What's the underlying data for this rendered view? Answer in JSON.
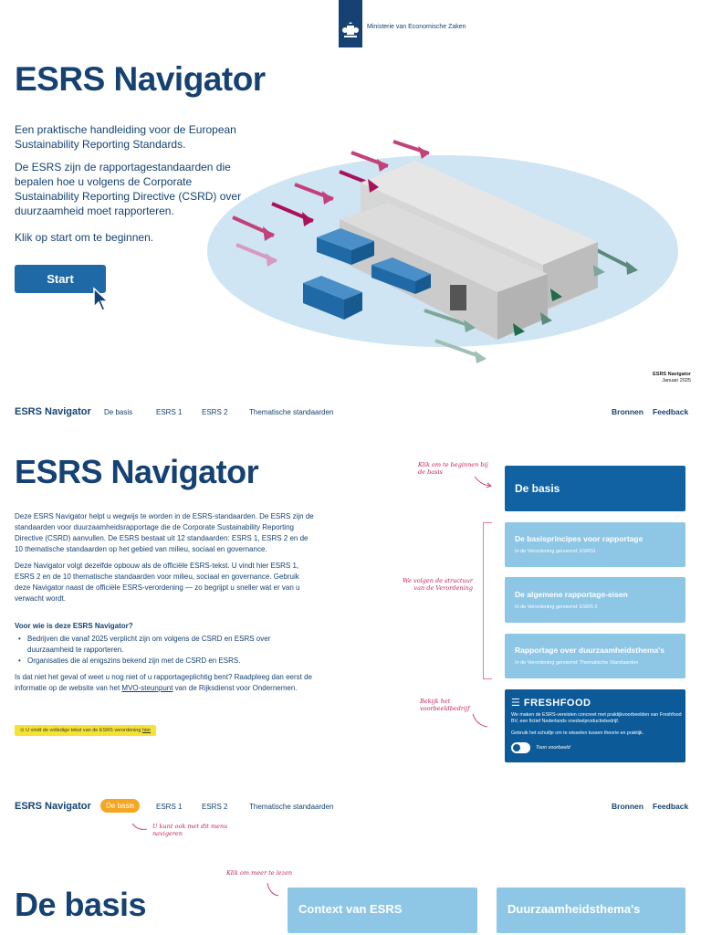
{
  "header": {
    "ministry": "Ministerie van Economische Zaken"
  },
  "hero": {
    "title": "ESRS Navigator",
    "intro": "Een praktische handleiding voor de European Sustainability Reporting Standards.",
    "desc": "De ESRS zijn de rapportagestandaarden die bepalen hoe u volgens de Corporate Sustainability Reporting Directive (CSRD) over duurzaamheid moet rapporteren.",
    "cta_text": "Klik op start om te beginnen.",
    "start_label": "Start",
    "caption_title": "ESRS Navigator",
    "caption_date": "Januari 2025"
  },
  "nav": {
    "brand": "ESRS Navigator",
    "items": [
      "De basis",
      "ESRS 1",
      "ESRS 2",
      "Thematische standaarden"
    ],
    "right": [
      "Bronnen",
      "Feedback"
    ]
  },
  "main": {
    "title": "ESRS Navigator",
    "p1": "Deze ESRS Navigator helpt u wegwijs te worden in de ESRS-standaarden. De ESRS zijn de standaarden voor duurzaamheidsrapportage die de Corporate Sustainability Reporting Directive (CSRD) aanvullen. De ESRS bestaat uit 12 standaarden: ESRS 1, ESRS 2 en de 10 thematische standaarden op het gebied van milieu, sociaal en governance.",
    "p2": "Deze Navigator volgt dezelfde opbouw als de officiële ESRS-tekst. U vindt hier ESRS 1, ESRS 2 en de 10 thematische standaarden voor milieu, sociaal en governance. Gebruik deze Navigator naast de officiële ESRS-verordening — zo begrijpt u sneller wat er van u verwacht wordt.",
    "who_title": "Voor wie is deze ESRS Navigator?",
    "bullets": [
      "Bedrijven die vanaf 2025 verplicht zijn om volgens de CSRD en ESRS over duurzaamheid te rapporteren.",
      "Organisaties die al enigszins bekend zijn met de CSRD en ESRS."
    ],
    "p3_a": "Is dat niet het geval of weet u nog niet of u rapportageplichtig bent? Raadpleeg dan eerst de informatie op de website van het ",
    "p3_link": "MVO-steunpunt",
    "p3_b": " van de Rijksdienst voor Ondernemen.",
    "tag_text": "U vindt de volledige tekst van de ESRS verordening ",
    "tag_link": "hier"
  },
  "cards": [
    {
      "title": "De basis",
      "sub": ""
    },
    {
      "title": "De basisprincipes voor rapportage",
      "sub": "In de Verordening genoemd: ESRS1"
    },
    {
      "title": "De algemene rapportage-eisen",
      "sub": "In de Verordening genoemd: ESRS 2"
    },
    {
      "title": "Rapportage over duurzaamheidsthema's",
      "sub": "In de Verordening genoemd: Thematische Standaarden"
    }
  ],
  "fresh": {
    "logo": "FRESHFOOD",
    "desc": "We maken de ESRS-vereisten concreet met praktijkvoorbeelden van Freshfood BV, een fictief Nederlands voedselproductiebedrijf.",
    "desc2": "Gebruik het schuifje om te wisselen tussen theorie en praktijk.",
    "toggle_label": "Toon voorbeeld"
  },
  "notes": {
    "n1": "Klik om te beginnen bij de basis",
    "n2": "We volgen de structuur van de Verordening",
    "n3": "Bekijk het voorbeeldbedrijf",
    "n4": "U kunt ook met dit menu navigeren",
    "n5": "Klik om meer te lezen"
  },
  "basis": {
    "title": "De basis",
    "cards": [
      "Context van ESRS",
      "Duurzaamheidsthema's"
    ]
  },
  "colors": {
    "primary": "#154273",
    "button": "#1e69a6",
    "card_dark": "#1062a3",
    "card_light": "#8ec6e6",
    "accent": "#f5a623",
    "note": "#c41e5c"
  }
}
